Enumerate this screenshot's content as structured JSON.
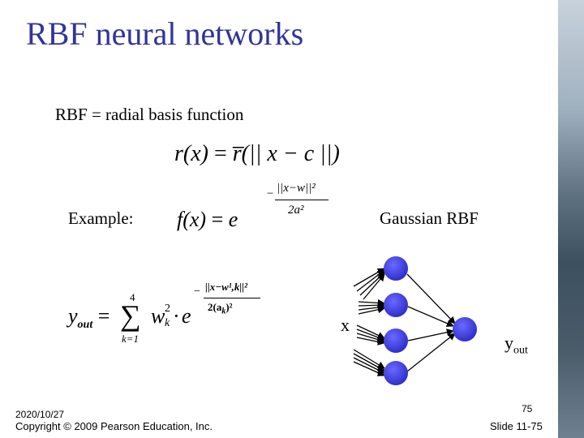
{
  "title": "RBF neural networks",
  "definition": "RBF = radial basis function",
  "formula_r": {
    "lhs": "r(x)",
    "eq": "=",
    "rhs": "r̅(|| x − c ||)"
  },
  "example_label": "Example:",
  "formula_f": {
    "lhs": "f(x)",
    "eq": "=",
    "base": "e",
    "exp_num": "||x−w||²",
    "exp_den": "2a²",
    "minus": "−"
  },
  "gaussian_label": "Gaussian RBF",
  "formula_y": {
    "lhs": "y",
    "lhs_sub": "out",
    "eq": "=",
    "sum_top": "4",
    "sum_sym": "∑",
    "sum_bottom": "k=1",
    "w": "w",
    "w_sub": "k",
    "w_sup": "2",
    "dot": "·",
    "base": "e",
    "minus": "−",
    "exp_num": "||x−w¹,k||²",
    "exp_den": "2(a",
    "exp_den_sub": "k",
    "exp_den_tail": ")²"
  },
  "network": {
    "input_label": "x",
    "output_label": "y",
    "output_sub": "out"
  },
  "footer": {
    "date": "2020/10/27",
    "copyright": "Copyright © 2009 Pearson Education, Inc.",
    "page_number": "75",
    "slide_number": "Slide 11-75"
  },
  "colors": {
    "title": "#33339a",
    "node": "#3a3ad8"
  }
}
